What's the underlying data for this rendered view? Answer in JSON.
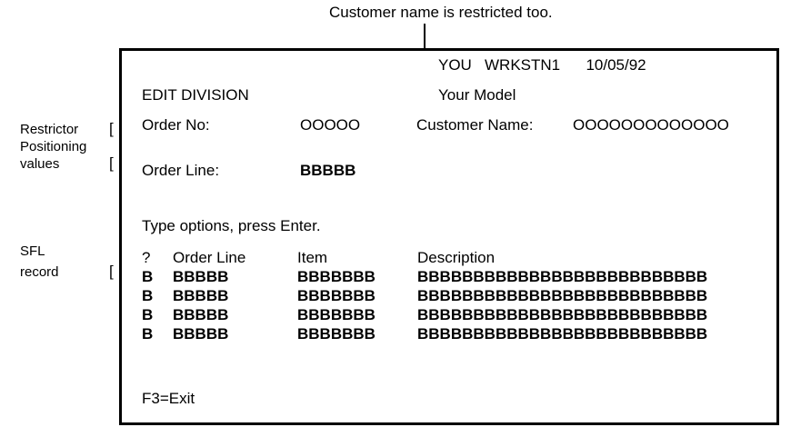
{
  "annotation": {
    "caption": "Customer name is restricted too.",
    "arrow": "down-arrow"
  },
  "side_labels": {
    "restrictor": {
      "line1": "Restrictor",
      "bracket1": "[",
      "line2": "Positioning",
      "line3": "values",
      "bracket2": "["
    },
    "sfl": {
      "line1": "SFL",
      "line2": "record",
      "bracket": "["
    }
  },
  "panel": {
    "header": {
      "user": "YOU",
      "workstation": "WRKSTN1",
      "date": "10/05/92",
      "header_line": "YOU   WRKSTN1      10/05/92",
      "model": "Your Model"
    },
    "title": "EDIT DIVISION",
    "fields": [
      {
        "label": "Order No:",
        "value": "OOOOO"
      },
      {
        "label": "Customer Name:",
        "value": "OOOOOOOOOOOOO"
      },
      {
        "label": "Order Line:",
        "value": "BBBBB"
      }
    ],
    "instruction": "Type options, press Enter.",
    "columns": {
      "option": "?",
      "order_line": "Order Line",
      "item": "Item",
      "description": "Description"
    },
    "rows": [
      {
        "option": "B",
        "order_line": "BBBBB",
        "item": "BBBBBBB",
        "description": "BBBBBBBBBBBBBBBBBBBBBBBBBB"
      },
      {
        "option": "B",
        "order_line": "BBBBB",
        "item": "BBBBBBB",
        "description": "BBBBBBBBBBBBBBBBBBBBBBBBBB"
      },
      {
        "option": "B",
        "order_line": "BBBBB",
        "item": "BBBBBBB",
        "description": "BBBBBBBBBBBBBBBBBBBBBBBBBB"
      },
      {
        "option": "B",
        "order_line": "BBBBB",
        "item": "BBBBBBB",
        "description": "BBBBBBBBBBBBBBBBBBBBBBBBBB"
      }
    ],
    "function_keys": "F3=Exit"
  },
  "colors": {
    "background": "#ffffff",
    "foreground": "#000000",
    "border": "#000000"
  }
}
